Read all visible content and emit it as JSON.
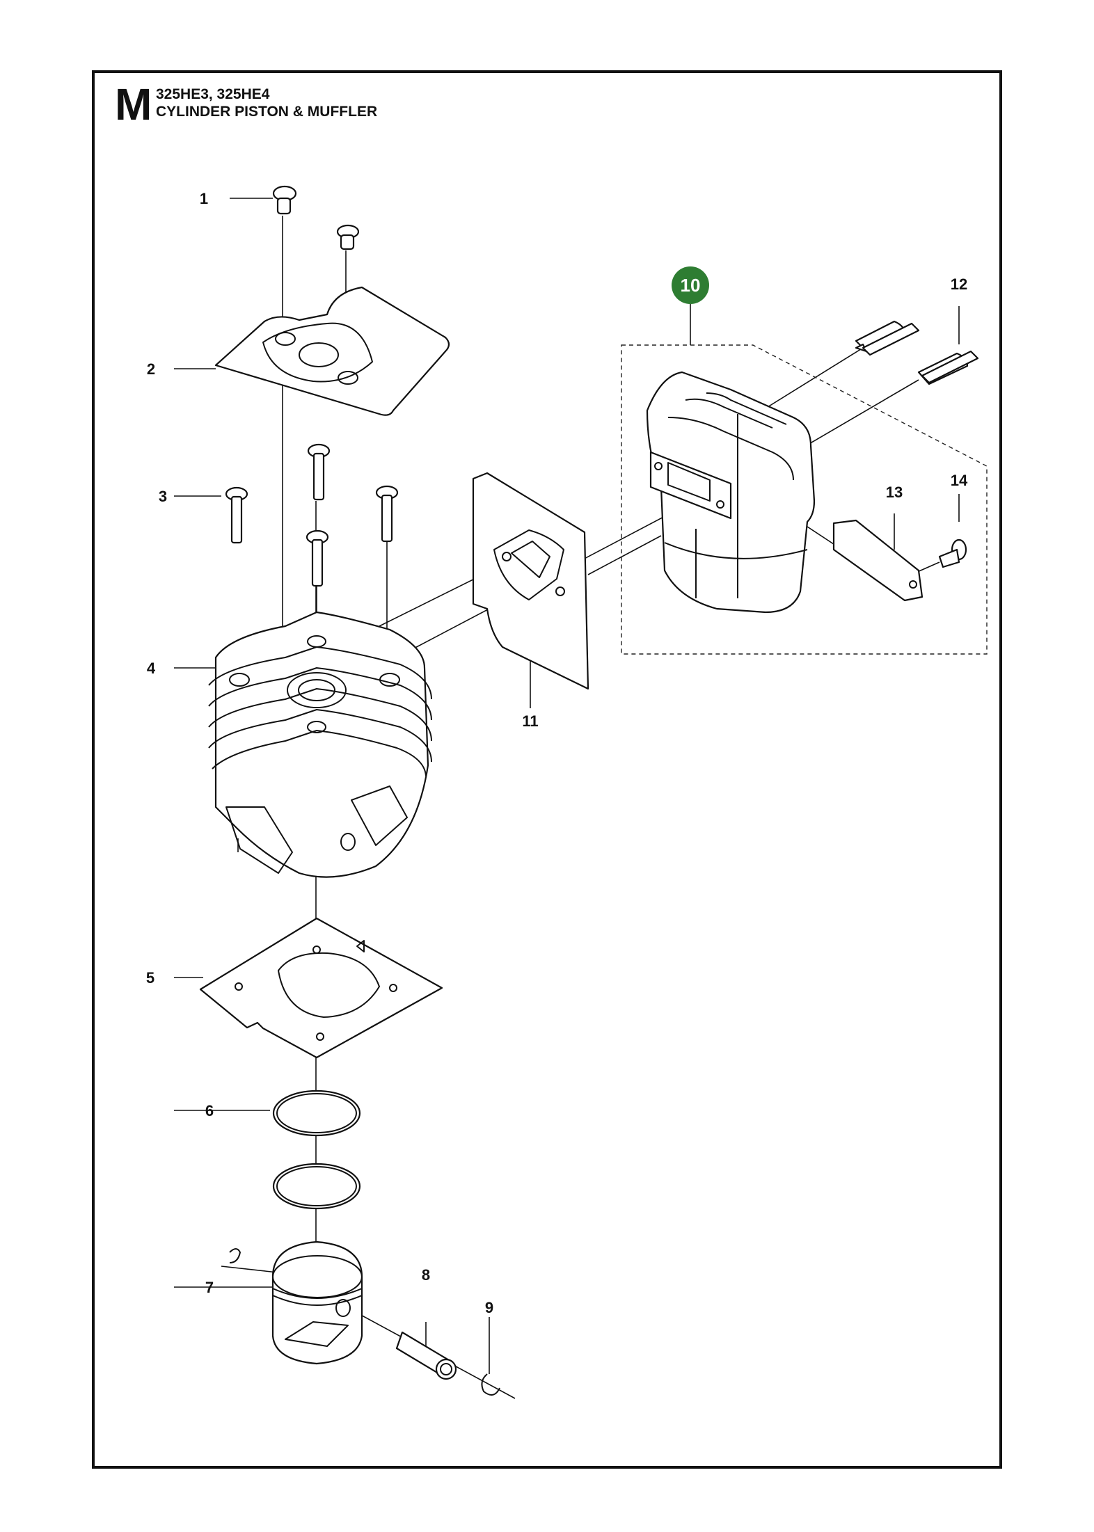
{
  "header": {
    "section_letter": "M",
    "models": "325HE3, 325HE4",
    "title": "CYLINDER PISTON & MUFFLER"
  },
  "callouts": [
    "1",
    "2",
    "3",
    "4",
    "5",
    "6",
    "7",
    "8",
    "9",
    "10",
    "11",
    "12",
    "13",
    "14"
  ],
  "highlight": {
    "callout": "10",
    "color": "#2e7d32"
  },
  "colors": {
    "line": "#111111",
    "paper": "#ffffff"
  }
}
